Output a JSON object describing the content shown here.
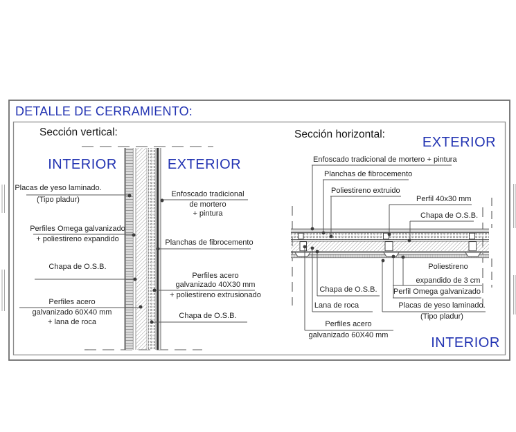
{
  "title": "DETALLE DE CERRAMIENTO:",
  "vertical_section": {
    "heading": "Sección vertical:",
    "interior": "INTERIOR",
    "exterior": "EXTERIOR",
    "left_labels": [
      {
        "lines": [
          "Placas de yeso laminado.",
          "(Tipo pladur)"
        ]
      },
      {
        "lines": [
          "Perfiles Omega galvanizado",
          "+ poliestireno expandido"
        ]
      },
      {
        "lines": [
          "Chapa de O.S.B."
        ]
      },
      {
        "lines": [
          "Perfiles acero",
          "galvanizado 60X40 mm",
          "+ lana de roca"
        ]
      }
    ],
    "right_labels": [
      {
        "lines": [
          "Enfoscado tradicional",
          "de mortero",
          "+ pintura"
        ]
      },
      {
        "lines": [
          "Planchas de fibrocemento"
        ]
      },
      {
        "lines": [
          "Perfiles acero",
          "galvanizado 40X30 mm",
          "+ poliestireno extrusionado"
        ]
      },
      {
        "lines": [
          "Chapa de O.S.B."
        ]
      }
    ]
  },
  "horizontal_section": {
    "heading": "Sección horizontal:",
    "exterior": "EXTERIOR",
    "interior": "INTERIOR",
    "top_labels": [
      "Enfoscado tradicional de mortero + pintura",
      "Planchas de fibrocemento",
      "Poliestireno extruido",
      "Perfil 40x30 mm",
      "Chapa de O.S.B."
    ],
    "bottom_labels": [
      {
        "lines": [
          "Chapa de O.S.B."
        ]
      },
      {
        "lines": [
          "Lana de roca"
        ]
      },
      {
        "lines": [
          "Perfiles acero",
          "galvanizado 60X40 mm"
        ]
      },
      {
        "lines": [
          "Poliestireno",
          "expandido de 3 cm"
        ]
      },
      {
        "lines": [
          "Perfil Omega galvanizado"
        ]
      },
      {
        "lines": [
          "Placas de yeso laminado.",
          "(Tipo pladur)"
        ]
      }
    ]
  },
  "colors": {
    "accent": "#2233b2",
    "line": "#555555",
    "text": "#1f1f1f"
  }
}
